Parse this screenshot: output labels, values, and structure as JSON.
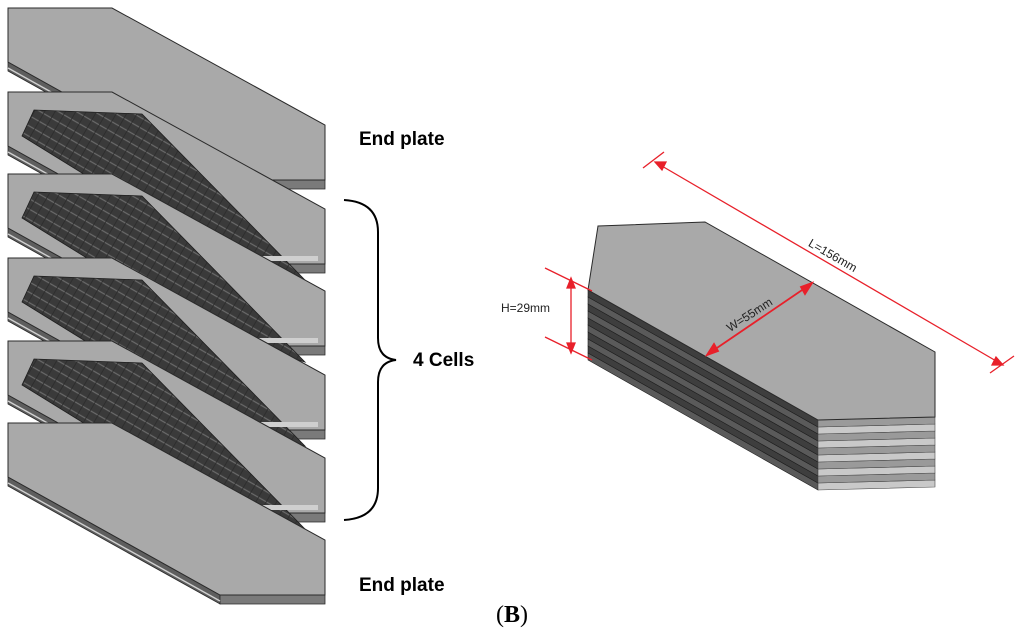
{
  "labels": {
    "end_plate_top": "End plate",
    "cells": "4 Cells",
    "end_plate_bottom": "End plate"
  },
  "dimensions": {
    "length": "L=156mm",
    "width": "W=55mm",
    "height": "H=29mm"
  },
  "caption": {
    "open": "(",
    "letter": "B",
    "close": ")"
  },
  "colors": {
    "plate_top": "#a9a9a9",
    "plate_side": "#5e5e5e",
    "flow_field": "#3a3a3a",
    "dimension_line": "#e8202a"
  }
}
